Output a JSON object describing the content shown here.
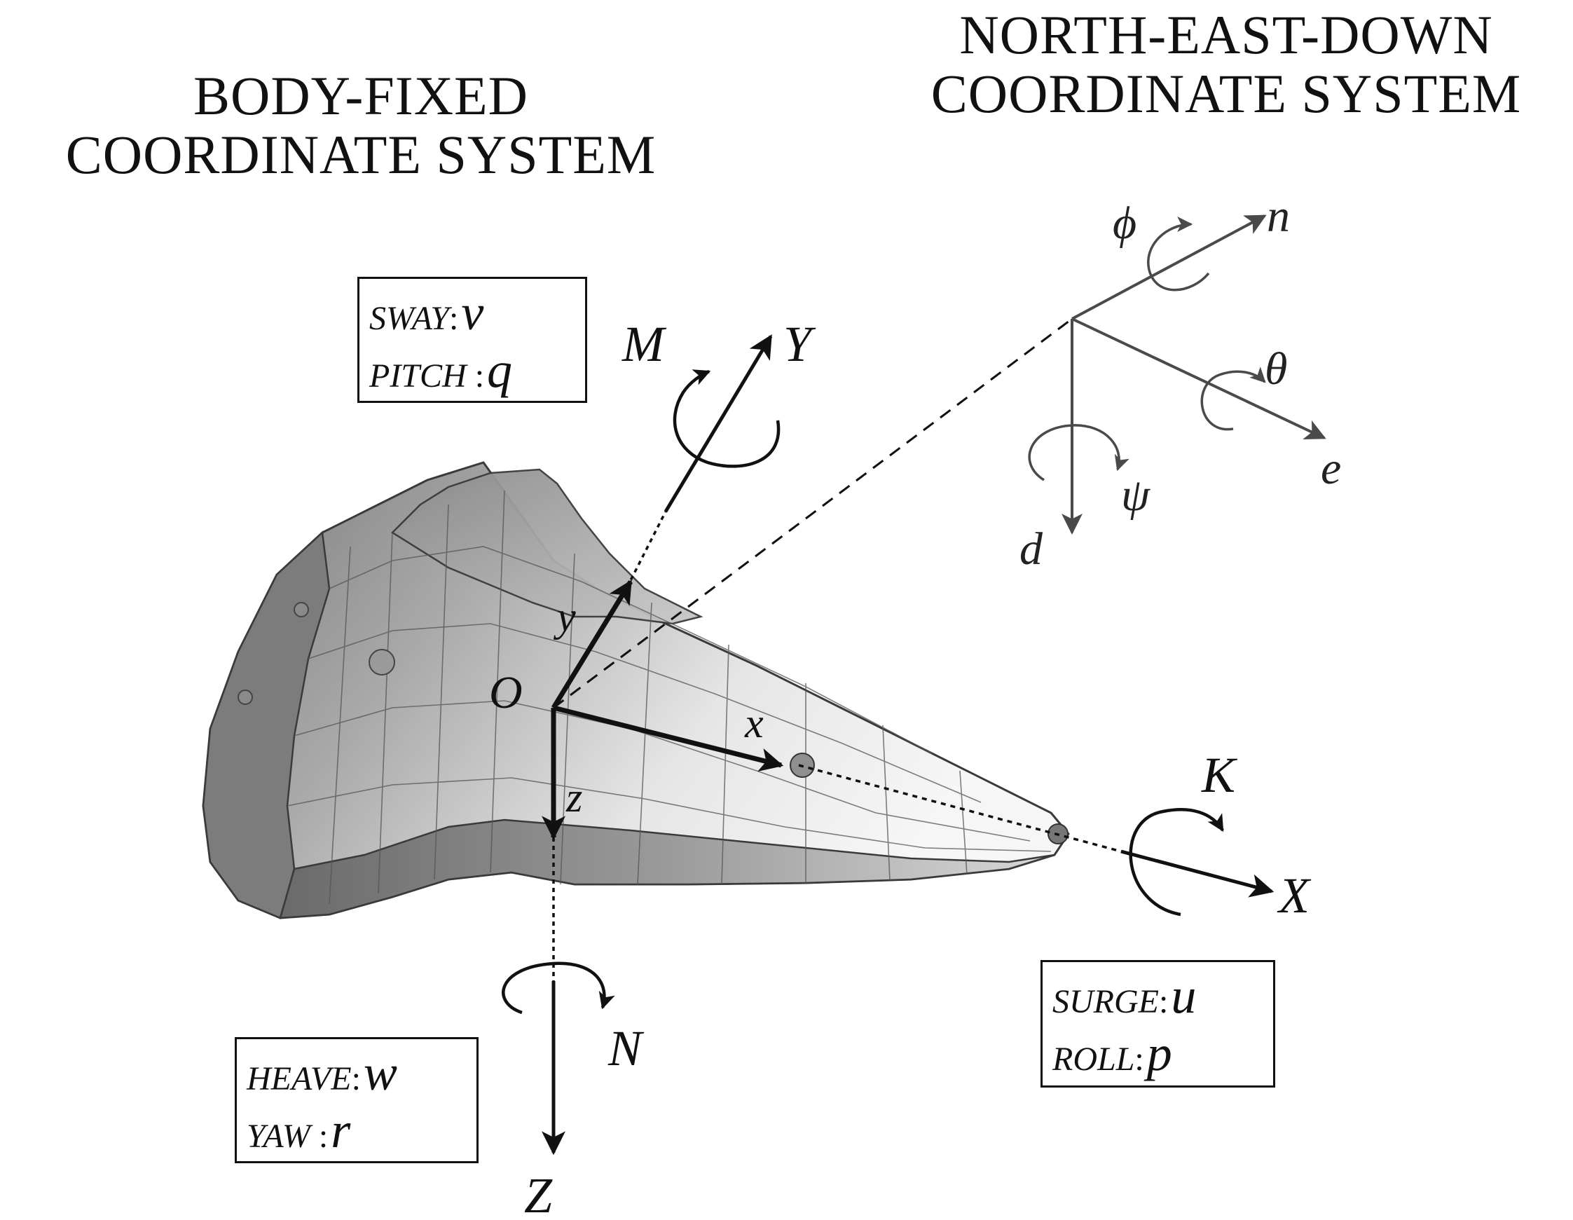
{
  "titles": {
    "body_fixed": [
      "BODY-FIXED",
      "COORDINATE SYSTEM"
    ],
    "ned": [
      "NORTH-EAST-DOWN",
      "COORDINATE SYSTEM"
    ]
  },
  "boxes": {
    "sway_pitch": [
      {
        "key": "SWAY",
        "sep": ":",
        "sym": "v"
      },
      {
        "key": "PITCH",
        "sep": ":",
        "sym": "q"
      }
    ],
    "heave_yaw": [
      {
        "key": "HEAVE",
        "sep": ":",
        "sym": "w"
      },
      {
        "key": "YAW",
        "sep": ":",
        "sym": "r"
      }
    ],
    "surge_roll": [
      {
        "key": "SURGE",
        "sep": ":",
        "sym": "u"
      },
      {
        "key": "ROLL",
        "sep": ":",
        "sym": "p"
      }
    ]
  },
  "body_axes": {
    "origin": "O",
    "x_small": "x",
    "y_small": "y",
    "z_small": "z",
    "X": "X",
    "Y": "Y",
    "Z": "Z",
    "K": "K",
    "M": "M",
    "N": "N"
  },
  "ned_axes": {
    "n": "n",
    "e": "e",
    "d": "d",
    "phi": "ϕ",
    "theta": "θ",
    "psi": "ψ"
  },
  "colors": {
    "ink": "#111111",
    "ned_gray": "#4a4a4a",
    "body_dark": "#6e6e6e",
    "body_light": "#cfcfcf"
  }
}
